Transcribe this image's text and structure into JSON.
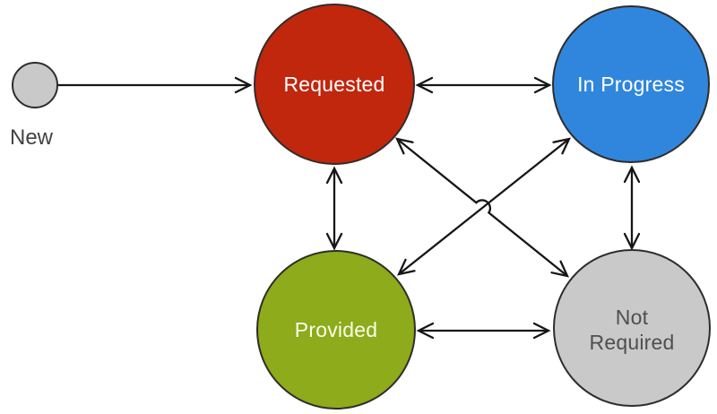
{
  "diagram": {
    "type": "state-diagram",
    "background_color": "#ffffff",
    "line_color": "#161616",
    "node_border_color": "#302c2a",
    "nodes": [
      {
        "id": "new",
        "label": "New",
        "shape": "small-circle",
        "color": "#c9c9c9",
        "label_color": "#424242",
        "label_position": "below"
      },
      {
        "id": "requested",
        "label": "Requested",
        "shape": "circle",
        "color": "#c0270d",
        "label_color": "#ffffff",
        "label_position": "center"
      },
      {
        "id": "in-progress",
        "label": "In Progress",
        "shape": "circle",
        "color": "#2f86dc",
        "label_color": "#ffffff",
        "label_position": "center"
      },
      {
        "id": "provided",
        "label": "Provided",
        "shape": "circle",
        "color": "#8dab1a",
        "label_color": "#fbfce9",
        "label_position": "center"
      },
      {
        "id": "not-required",
        "label": "Not Required",
        "shape": "circle",
        "color": "#c9c9c9",
        "label_color": "#4f4f4f",
        "label_position": "center"
      }
    ],
    "edges": [
      {
        "from": "new",
        "to": "requested",
        "direction": "one-way"
      },
      {
        "from": "requested",
        "to": "in-progress",
        "direction": "two-way"
      },
      {
        "from": "requested",
        "to": "provided",
        "direction": "two-way"
      },
      {
        "from": "in-progress",
        "to": "not-required",
        "direction": "two-way"
      },
      {
        "from": "provided",
        "to": "not-required",
        "direction": "two-way"
      },
      {
        "from": "requested",
        "to": "not-required",
        "direction": "two-way",
        "crossing": "hops-over-other-line"
      },
      {
        "from": "provided",
        "to": "in-progress",
        "direction": "two-way"
      }
    ]
  }
}
